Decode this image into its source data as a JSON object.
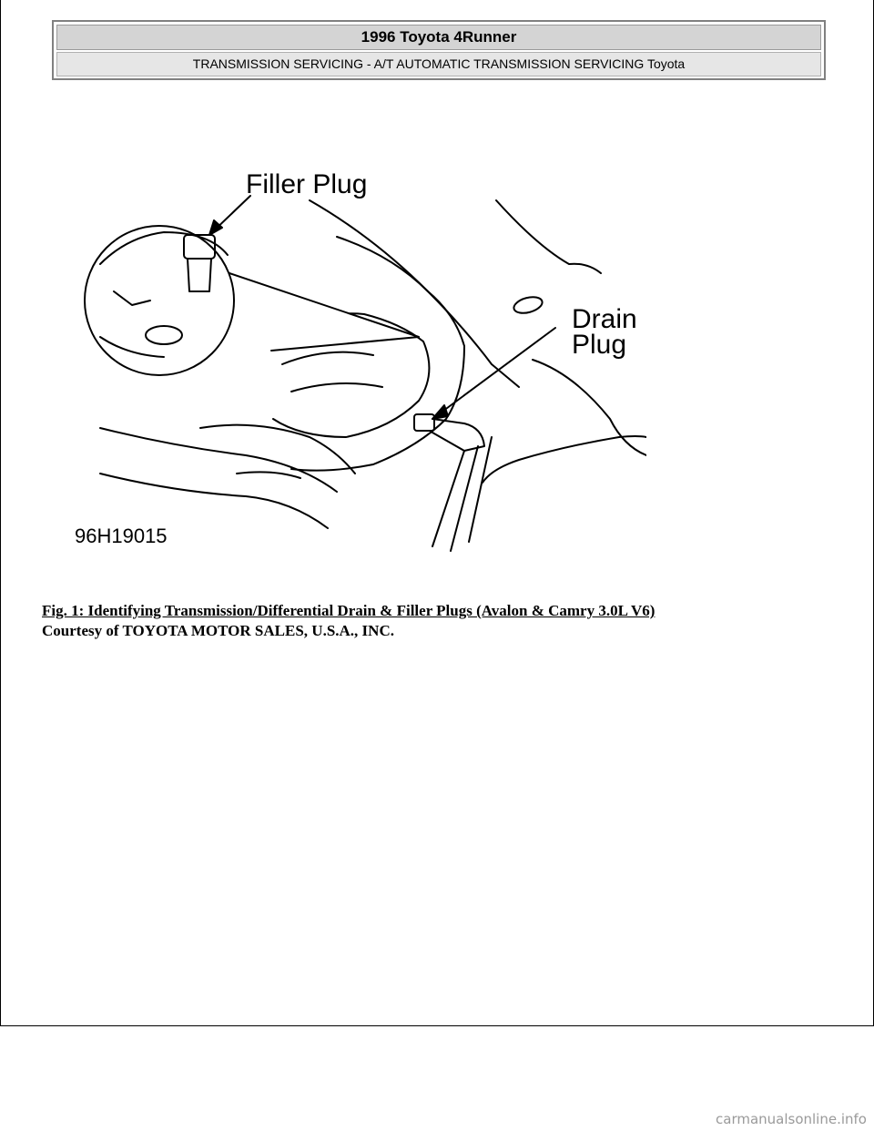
{
  "header": {
    "title": "1996 Toyota 4Runner",
    "subtitle": "TRANSMISSION SERVICING - A/T AUTOMATIC TRANSMISSION SERVICING Toyota"
  },
  "figure": {
    "label_filler": "Filler Plug",
    "label_drain_line1": "Drain",
    "label_drain_line2": "Plug",
    "code": "96H19015"
  },
  "caption": {
    "title": "Fig. 1: Identifying Transmission/Differential Drain & Filler Plugs (Avalon & Camry 3.0L V6)",
    "credit": "Courtesy of TOYOTA MOTOR SALES, U.S.A., INC."
  },
  "watermark": "carmanualsonline.info"
}
